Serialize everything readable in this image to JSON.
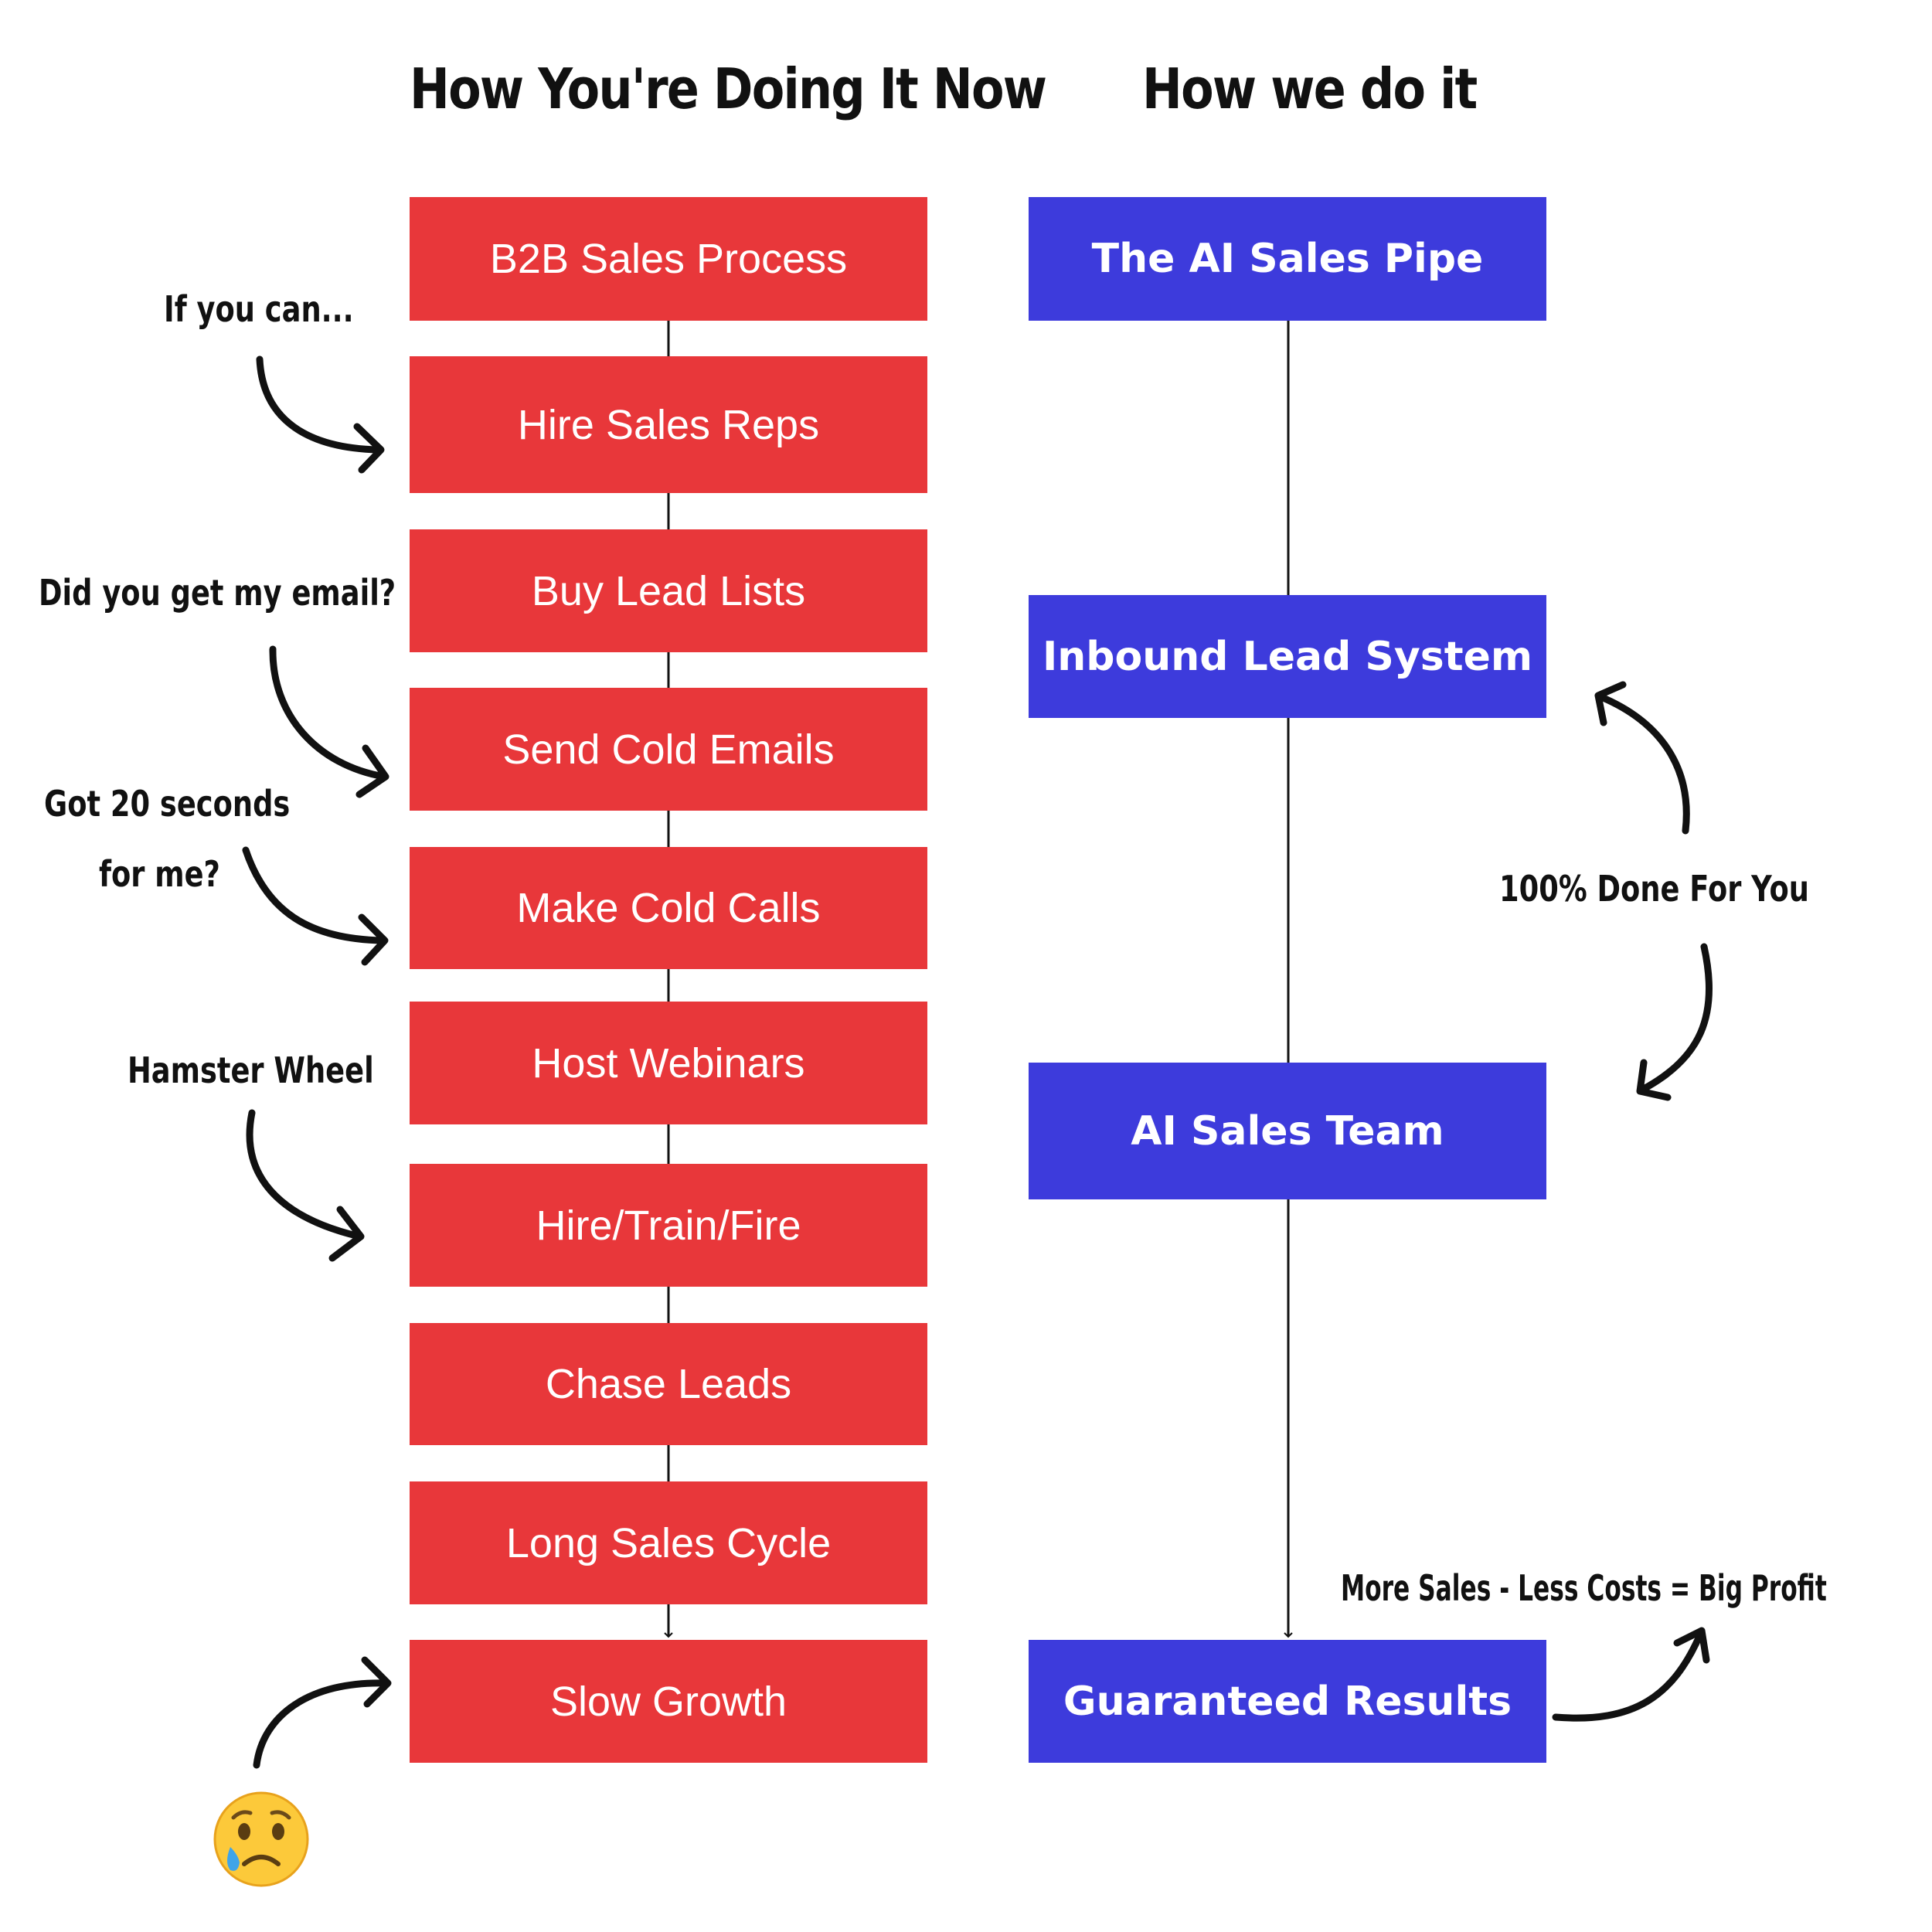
{
  "headings": {
    "left": "How You're Doing It Now",
    "right": "How we do it"
  },
  "current_process": [
    "B2B Sales Process",
    "Hire Sales Reps",
    "Buy Lead Lists",
    "Send Cold Emails",
    "Make Cold Calls",
    "Host Webinars",
    "Hire/Train/Fire",
    "Chase Leads",
    "Long Sales Cycle",
    "Slow Growth"
  ],
  "our_process": [
    "The AI Sales Pipe",
    "Inbound Lead System",
    "AI Sales Team",
    "Guaranteed Results"
  ],
  "annotations": {
    "if_you_can": "If you can...",
    "did_you_get_email": "Did you get my email?",
    "got_20_seconds_line1": "Got 20 seconds",
    "got_20_seconds_line2": "for me?",
    "hamster_wheel": "Hamster Wheel",
    "done_for_you": "100% Done For You",
    "more_sales": "More Sales - Less Costs = Big Profit"
  },
  "icons": {
    "sad_face": "crying-face-icon",
    "arrow": "curved-arrow-icon"
  },
  "colors": {
    "red_box": "#e8373a",
    "blue_box": "#3d3bdc",
    "text": "#111111"
  }
}
